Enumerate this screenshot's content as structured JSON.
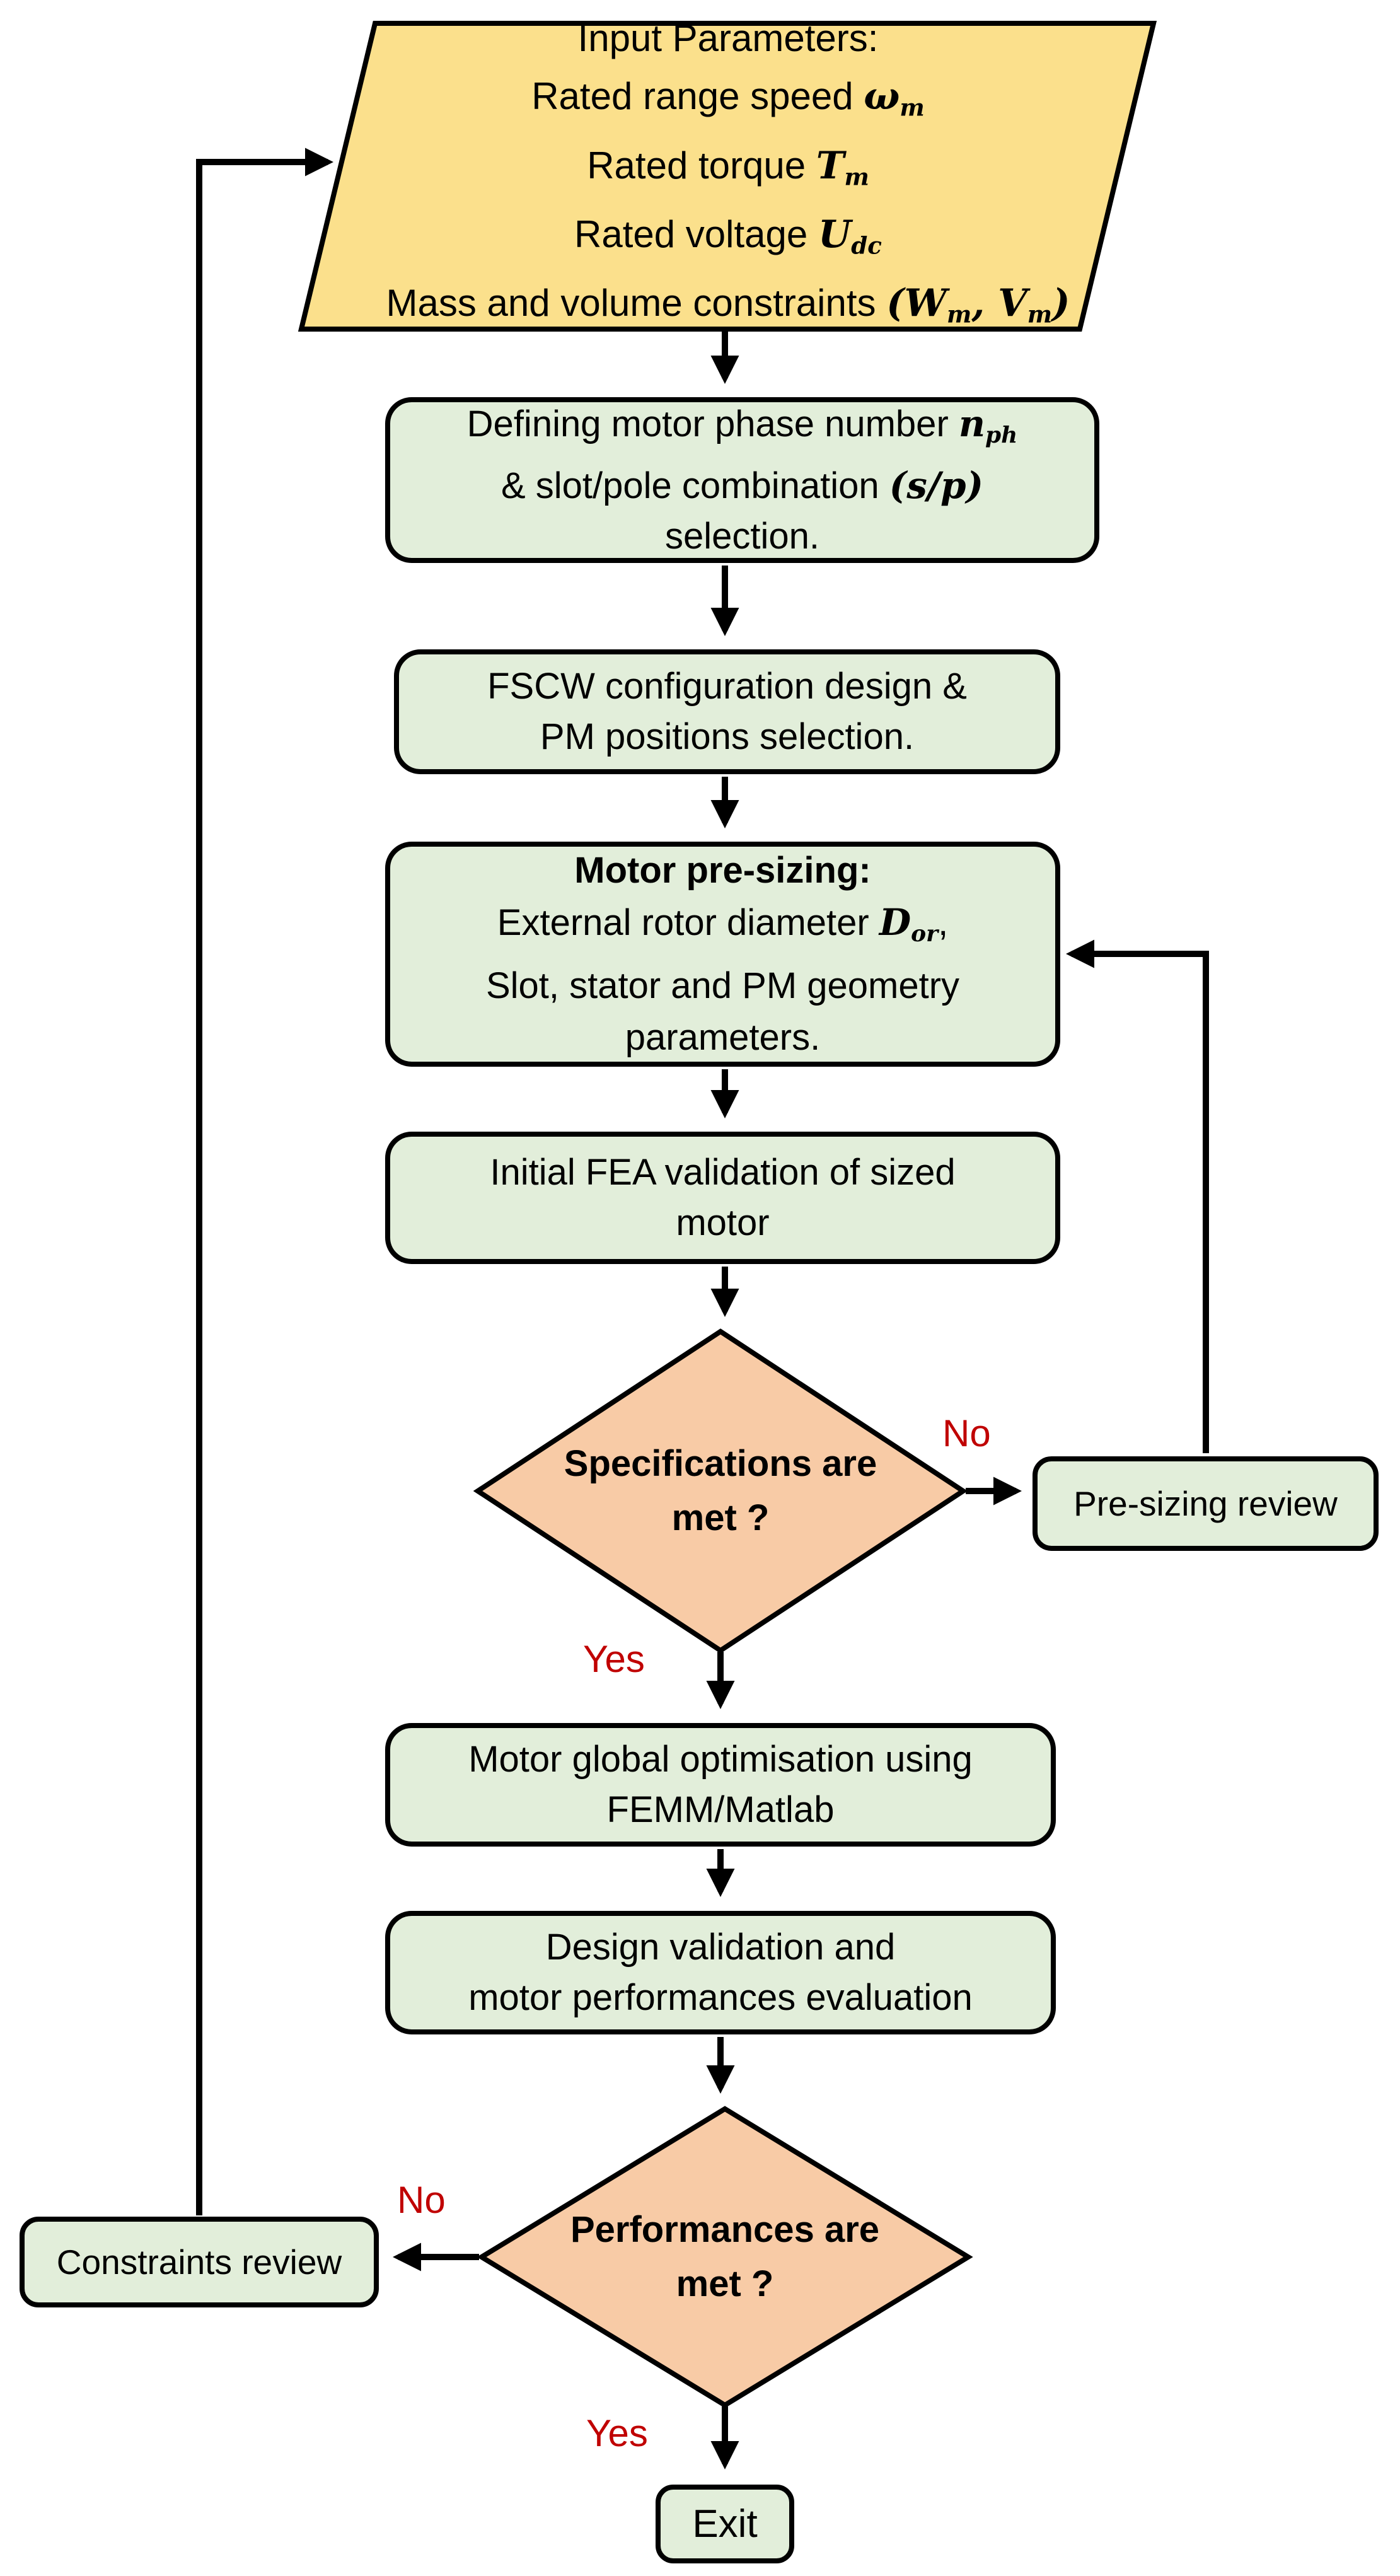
{
  "palette": {
    "yellow": "#FBE08C",
    "green": "#E2EEDA",
    "peach": "#F8CBA6",
    "red": "#C00000",
    "line": "#000000"
  },
  "nodes": {
    "input": {
      "l1": "Input Parameters:",
      "l2a": "Rated range speed ",
      "l2v": "ω",
      "l2s": "m",
      "l3a": "Rated torque ",
      "l3v": "T",
      "l3s": "m",
      "l4a": "Rated voltage ",
      "l4v": "U",
      "l4s": "dc",
      "l5a": "Mass and volume constraints ",
      "l5v1": "(W",
      "l5s1": "m",
      "l5v2": ", V",
      "l5s2": "m",
      "l5v3": ")"
    },
    "phase": {
      "l1a": "Defining motor phase number ",
      "l1v": "n",
      "l1s": "ph",
      "l2a": "& slot/pole combination ",
      "l2v": "(s/p)",
      "l3": "selection."
    },
    "fscw": {
      "l1": "FSCW configuration design &",
      "l2": "PM positions selection."
    },
    "presizing": {
      "l1": "Motor pre-sizing:",
      "l2a": "External rotor diameter ",
      "l2v": "D",
      "l2s": "or",
      "l2b": ",",
      "l3": "Slot, stator and PM geometry",
      "l4": "parameters."
    },
    "fea": {
      "l1": "Initial FEA validation of sized",
      "l2": "motor"
    },
    "decision1": {
      "l1": "Specifications are",
      "l2": "met ?"
    },
    "review1": {
      "label": "Pre-sizing review"
    },
    "optimisation": {
      "l1": "Motor global optimisation using",
      "l2": "FEMM/Matlab"
    },
    "validation": {
      "l1": "Design validation and",
      "l2": "motor performances evaluation"
    },
    "decision2": {
      "l1": "Performances are",
      "l2": "met ?"
    },
    "review2": {
      "label": "Constraints review"
    },
    "exit": {
      "label": "Exit"
    }
  },
  "edge_labels": {
    "no1": "No",
    "yes1": "Yes",
    "no2": "No",
    "yes2": "Yes"
  }
}
